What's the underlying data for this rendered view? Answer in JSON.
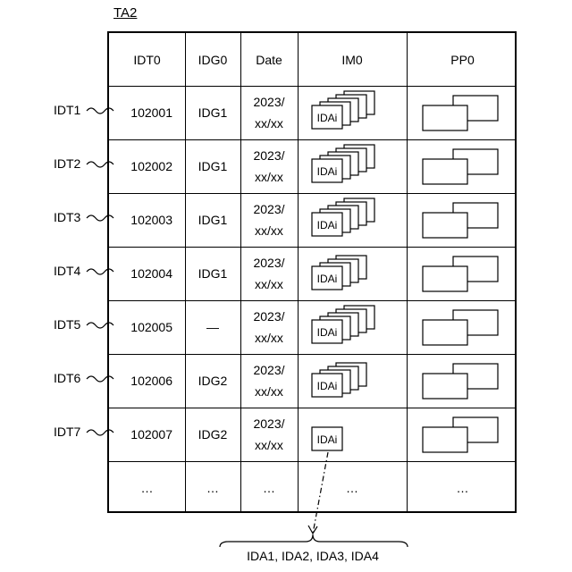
{
  "table_label": "TA2",
  "headers": [
    "IDT0",
    "IDG0",
    "Date",
    "IM0",
    "PP0"
  ],
  "rows": [
    {
      "tag": "IDT1",
      "id": "102001",
      "group": "IDG1",
      "date_line1": "2023/",
      "date_line2": "xx/xx",
      "image_label": "IDAi",
      "image_count": 5
    },
    {
      "tag": "IDT2",
      "id": "102002",
      "group": "IDG1",
      "date_line1": "2023/",
      "date_line2": "xx/xx",
      "image_label": "IDAi",
      "image_count": 5
    },
    {
      "tag": "IDT3",
      "id": "102003",
      "group": "IDG1",
      "date_line1": "2023/",
      "date_line2": "xx/xx",
      "image_label": "IDAi",
      "image_count": 5
    },
    {
      "tag": "IDT4",
      "id": "102004",
      "group": "IDG1",
      "date_line1": "2023/",
      "date_line2": "xx/xx",
      "image_label": "IDAi",
      "image_count": 4
    },
    {
      "tag": "IDT5",
      "id": "102005",
      "group": "—",
      "date_line1": "2023/",
      "date_line2": "xx/xx",
      "image_label": "IDAi",
      "image_count": 5
    },
    {
      "tag": "IDT6",
      "id": "102006",
      "group": "IDG2",
      "date_line1": "2023/",
      "date_line2": "xx/xx",
      "image_label": "IDAi",
      "image_count": 4
    },
    {
      "tag": "IDT7",
      "id": "102007",
      "group": "IDG2",
      "date_line1": "2023/",
      "date_line2": "xx/xx",
      "image_label": "IDAi",
      "image_count": 1
    }
  ],
  "ellipsis_row": [
    "…",
    "…",
    "…",
    "…",
    "…"
  ],
  "ida_list": "IDA1, IDA2, IDA3, IDA4"
}
